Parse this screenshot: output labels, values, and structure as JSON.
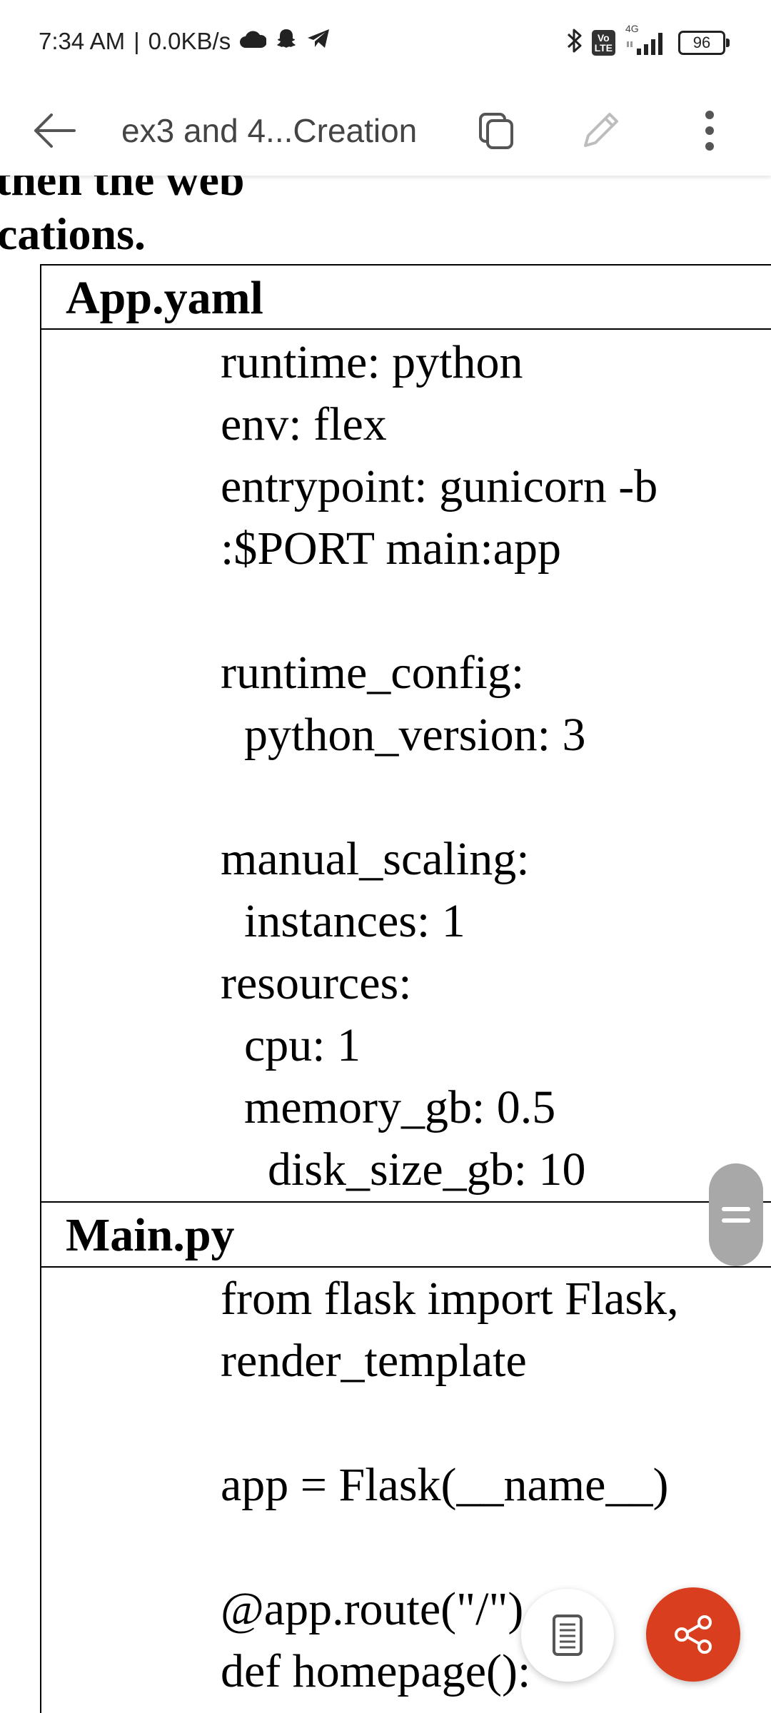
{
  "status_bar": {
    "time": "7:34 AM",
    "separator": "|",
    "net_speed": "0.0KB/s",
    "network_type": "4G",
    "volte_top": "Vo",
    "volte_bottom": "LTE",
    "battery": "96"
  },
  "toolbar": {
    "title": "ex3 and 4...Creation"
  },
  "document": {
    "heading_partial": "then the web",
    "heading_line2": "cations.",
    "sections": [
      {
        "title": "App.yaml",
        "lines": [
          "runtime: python",
          "env: flex",
          "entrypoint: gunicorn -b",
          ":$PORT main:app",
          "",
          "runtime_config:",
          "  python_version: 3",
          "",
          "manual_scaling:",
          "  instances: 1",
          "resources:",
          "  cpu: 1",
          "  memory_gb: 0.5",
          "    disk_size_gb: 10"
        ]
      },
      {
        "title": "Main.py",
        "lines": [
          "from flask import Flask,",
          "render_template",
          "",
          "app = Flask(__name__)",
          "",
          "@app.route(\"/\")",
          "def homepage():"
        ]
      }
    ]
  },
  "colors": {
    "accent_fab": "#d93f1f",
    "scroll_handle": "#a8a8a8",
    "title_text": "#444444"
  }
}
